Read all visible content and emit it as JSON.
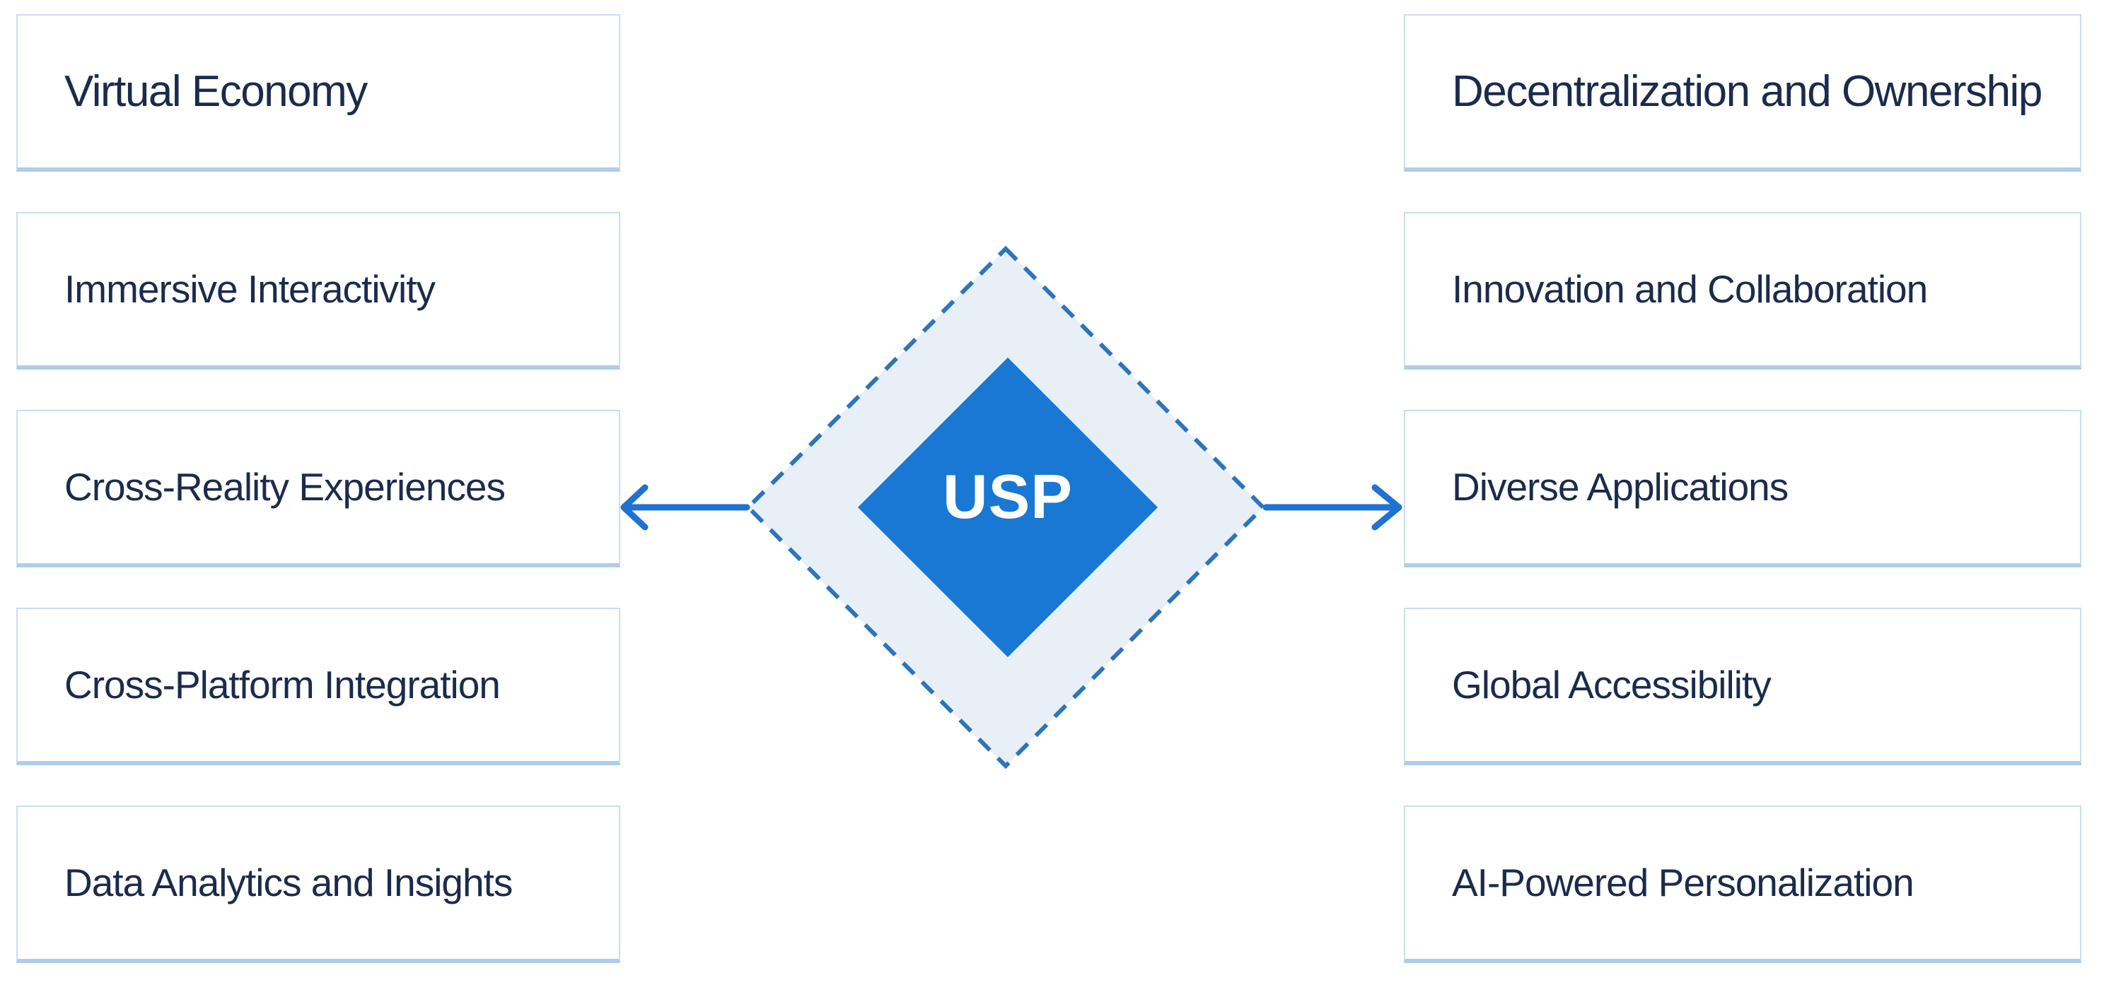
{
  "diagram": {
    "center_label": "USP",
    "left_column": {
      "items": [
        {
          "label": "Virtual Economy"
        },
        {
          "label": "Immersive Interactivity"
        },
        {
          "label": "Cross-Reality Experiences"
        },
        {
          "label": "Cross-Platform Integration"
        },
        {
          "label": "Data Analytics and Insights"
        }
      ]
    },
    "right_column": {
      "items": [
        {
          "label": "Decentralization and Ownership"
        },
        {
          "label": "Innovation and Collaboration"
        },
        {
          "label": "Diverse Applications"
        },
        {
          "label": "Global Accessibility"
        },
        {
          "label": "AI-Powered Personalization"
        }
      ]
    }
  },
  "colors": {
    "page_bg": "#ffffff",
    "box_bg": "#ffffff",
    "box_border": "#cadef2",
    "box_border_bottom": "#aecdea",
    "box_text": "#1b2b4c",
    "halo_fill": "#e9eff7",
    "halo_stroke": "#2d74bd",
    "diamond_fill": "#1878d4",
    "diamond_text": "#ffffff",
    "arrow": "#1f72d0"
  }
}
